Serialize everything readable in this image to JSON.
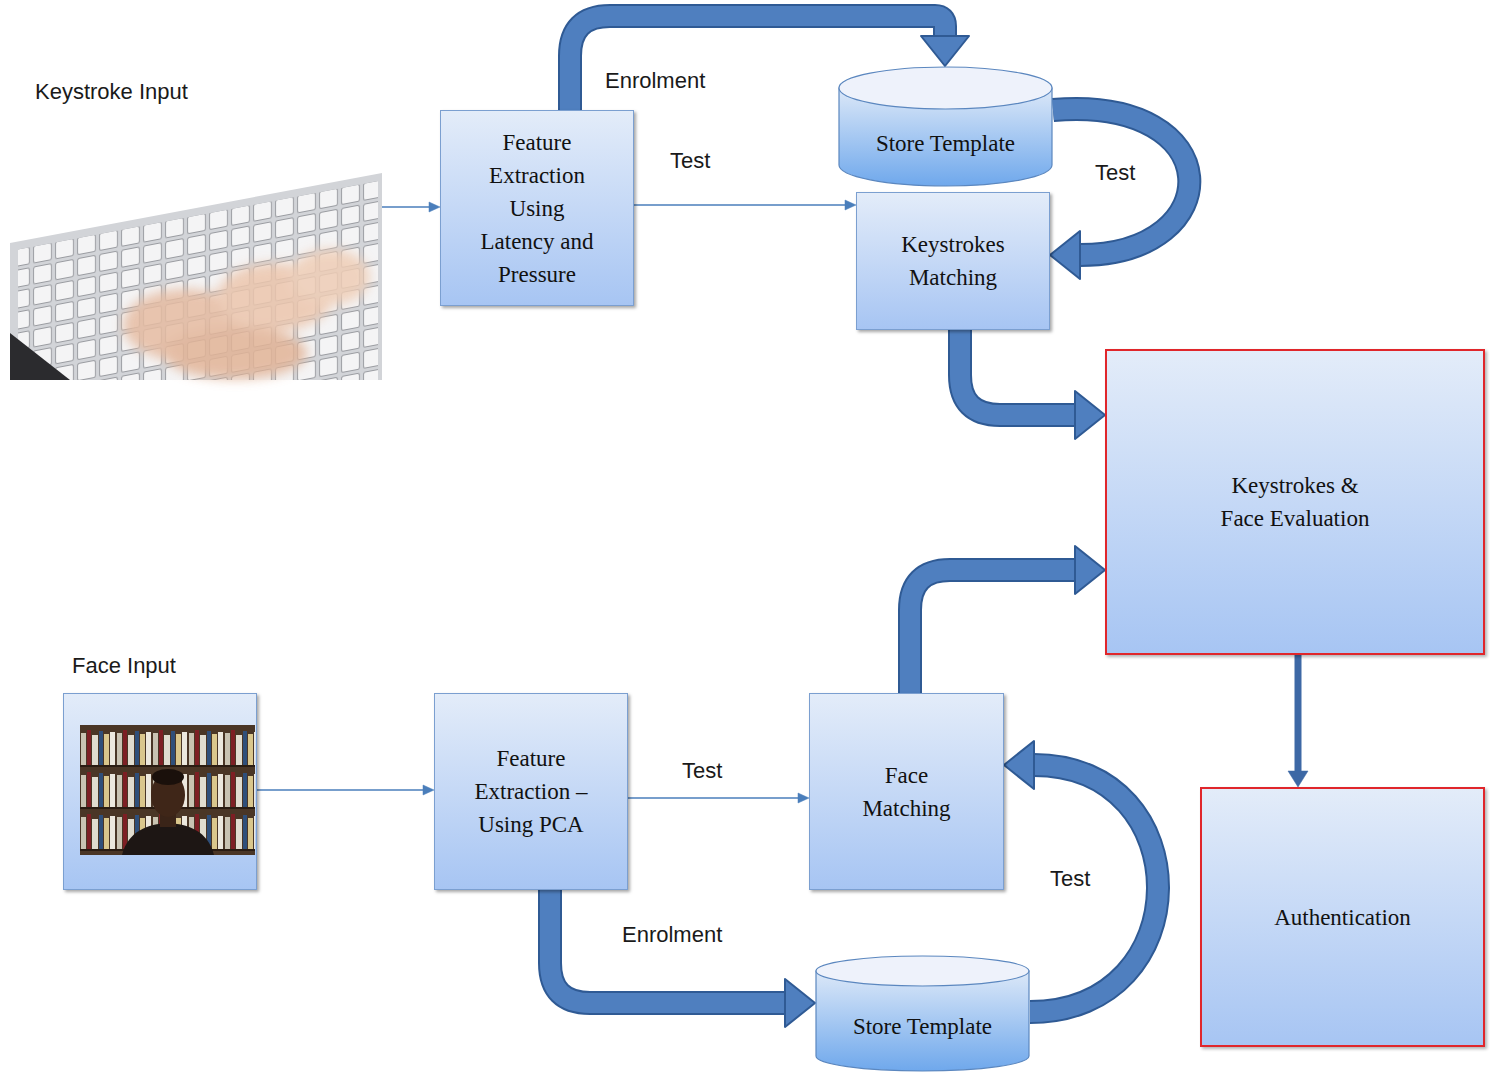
{
  "diagram": {
    "nodes": [
      {
        "text": [
          "Keystroke Input"
        ]
      },
      {
        "text": [
          "Feature Extraction Using Latency and Pressure"
        ]
      },
      {
        "text": [
          "Store Template"
        ]
      },
      {
        "text": [
          "Keystrokes Matching"
        ]
      },
      {
        "text": [
          "Keystrokes & Face Evaluation"
        ]
      },
      {
        "text": [
          "Face Input"
        ]
      },
      {
        "text": [
          "Feature Extraction – Using PCA"
        ]
      },
      {
        "text": [
          "Face Matching"
        ]
      },
      {
        "text": [
          "Store Template"
        ]
      },
      {
        "text": [
          "Authentication"
        ]
      }
    ],
    "edges": [
      {
        "from": 0,
        "to": 1,
        "arrow": "to"
      },
      {
        "from": 1,
        "to": 2,
        "label": "Enrolment",
        "arrow": "to"
      },
      {
        "from": 2,
        "to": 3,
        "label": "Test",
        "arrow": "to"
      },
      {
        "from": 1,
        "to": 3,
        "label": "Test",
        "arrow": "to"
      },
      {
        "from": 3,
        "to": 4,
        "arrow": "to"
      },
      {
        "from": 5,
        "to": 6,
        "arrow": "to"
      },
      {
        "from": 6,
        "to": 7,
        "label": "Test",
        "arrow": "to"
      },
      {
        "from": 6,
        "to": 8,
        "label": "Enrolment",
        "arrow": "to"
      },
      {
        "from": 8,
        "to": 7,
        "label": "Test",
        "arrow": "to"
      },
      {
        "from": 7,
        "to": 4,
        "arrow": "to"
      },
      {
        "from": 4,
        "to": 9,
        "arrow": "to"
      }
    ]
  }
}
